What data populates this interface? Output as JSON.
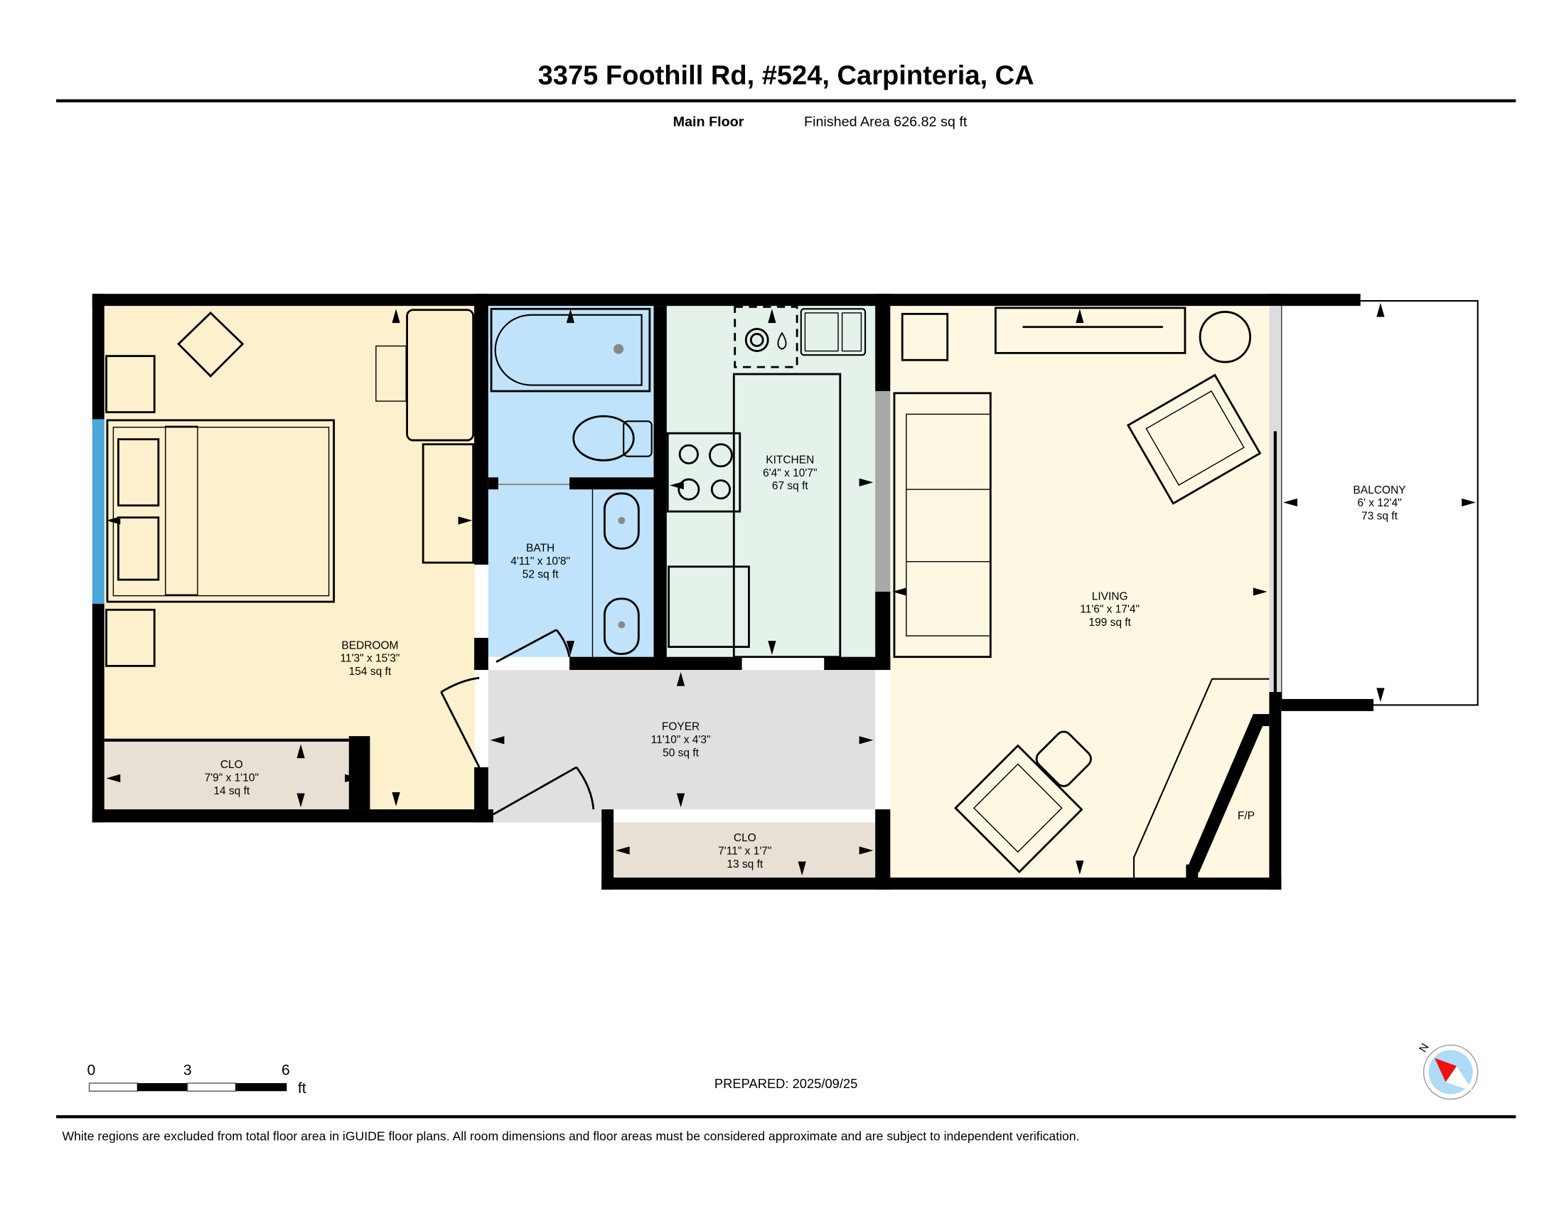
{
  "header": {
    "title": "3375 Foothill Rd, #524, Carpinteria, CA",
    "floor_label": "Main Floor",
    "finished_area": "Finished Area 626.82 sq ft"
  },
  "rooms": {
    "bedroom": {
      "name": "BEDROOM",
      "dims": "11'3\" x 15'3\"",
      "area": "154 sq ft"
    },
    "bath": {
      "name": "BATH",
      "dims": "4'11\" x 10'8\"",
      "area": "52 sq ft"
    },
    "kitchen": {
      "name": "KITCHEN",
      "dims": "6'4\" x 10'7\"",
      "area": "67 sq ft"
    },
    "living": {
      "name": "LIVING",
      "dims": "11'6\" x 17'4\"",
      "area": "199 sq ft"
    },
    "balcony": {
      "name": "BALCONY",
      "dims": "6' x 12'4\"",
      "area": "73 sq ft"
    },
    "foyer": {
      "name": "FOYER",
      "dims": "11'10\" x 4'3\"",
      "area": "50 sq ft"
    },
    "closet_bedroom": {
      "name": "CLO",
      "dims": "7'9\" x 1'10\"",
      "area": "14 sq ft"
    },
    "closet_foyer": {
      "name": "CLO",
      "dims": "7'11\" x 1'7\"",
      "area": "13 sq ft"
    },
    "fireplace": {
      "name": "F/P"
    }
  },
  "scale_bar": {
    "ticks": [
      "0",
      "3",
      "6"
    ],
    "unit": "ft"
  },
  "compass": {
    "label": "N"
  },
  "prepared": "PREPARED: 2025/09/25",
  "footer": {
    "disclaimer": "White regions are excluded from total floor area in iGUIDE floor plans. All room dimensions and floor areas must be considered approximate and are subject to independent verification."
  },
  "colors": {
    "bedroom": "#fdf0cc",
    "bath": "#bfe3fb",
    "kitchen": "#e4f2ea",
    "living": "#fef8e3",
    "foyer": "#e0e0e0",
    "closet": "#e8e0d4",
    "window": "#4aa8d8",
    "compass_red": "#ee1111",
    "compass_blue": "#aedbf5"
  }
}
